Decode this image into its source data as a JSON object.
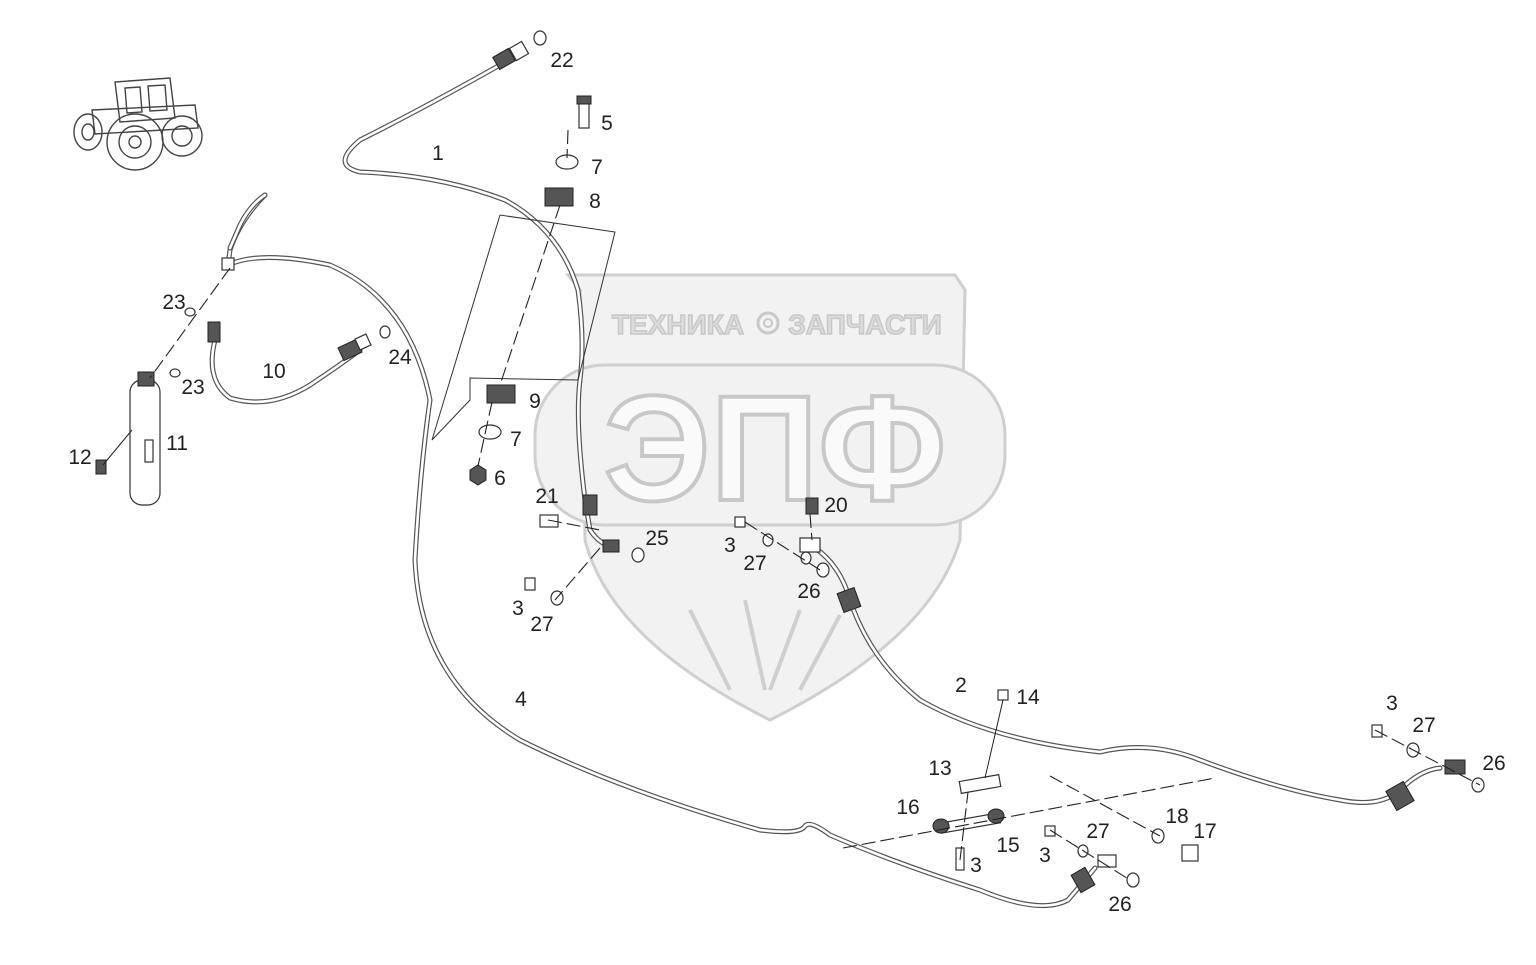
{
  "watermark": {
    "line1_left": "ТЕХНИКА",
    "line1_right": "ЗАПЧАСТИ",
    "logo": "ЭПФ"
  },
  "callouts": [
    {
      "id": "c1",
      "text": "1"
    },
    {
      "id": "c2",
      "text": "2"
    },
    {
      "id": "c3a",
      "text": "3"
    },
    {
      "id": "c3b",
      "text": "3"
    },
    {
      "id": "c3c",
      "text": "3"
    },
    {
      "id": "c3d",
      "text": "3"
    },
    {
      "id": "c3e",
      "text": "3"
    },
    {
      "id": "c4",
      "text": "4"
    },
    {
      "id": "c5",
      "text": "5"
    },
    {
      "id": "c6",
      "text": "6"
    },
    {
      "id": "c7a",
      "text": "7"
    },
    {
      "id": "c7b",
      "text": "7"
    },
    {
      "id": "c8",
      "text": "8"
    },
    {
      "id": "c9",
      "text": "9"
    },
    {
      "id": "c10",
      "text": "10"
    },
    {
      "id": "c11",
      "text": "11"
    },
    {
      "id": "c12",
      "text": "12"
    },
    {
      "id": "c13",
      "text": "13"
    },
    {
      "id": "c14",
      "text": "14"
    },
    {
      "id": "c15",
      "text": "15"
    },
    {
      "id": "c16",
      "text": "16"
    },
    {
      "id": "c17",
      "text": "17"
    },
    {
      "id": "c18",
      "text": "18"
    },
    {
      "id": "c20",
      "text": "20"
    },
    {
      "id": "c21",
      "text": "21"
    },
    {
      "id": "c22",
      "text": "22"
    },
    {
      "id": "c23a",
      "text": "23"
    },
    {
      "id": "c23b",
      "text": "23"
    },
    {
      "id": "c24",
      "text": "24"
    },
    {
      "id": "c25",
      "text": "25"
    },
    {
      "id": "c26a",
      "text": "26"
    },
    {
      "id": "c26b",
      "text": "26"
    },
    {
      "id": "c26c",
      "text": "26"
    },
    {
      "id": "c27a",
      "text": "27"
    },
    {
      "id": "c27b",
      "text": "27"
    },
    {
      "id": "c27c",
      "text": "27"
    },
    {
      "id": "c27d",
      "text": "27"
    }
  ]
}
